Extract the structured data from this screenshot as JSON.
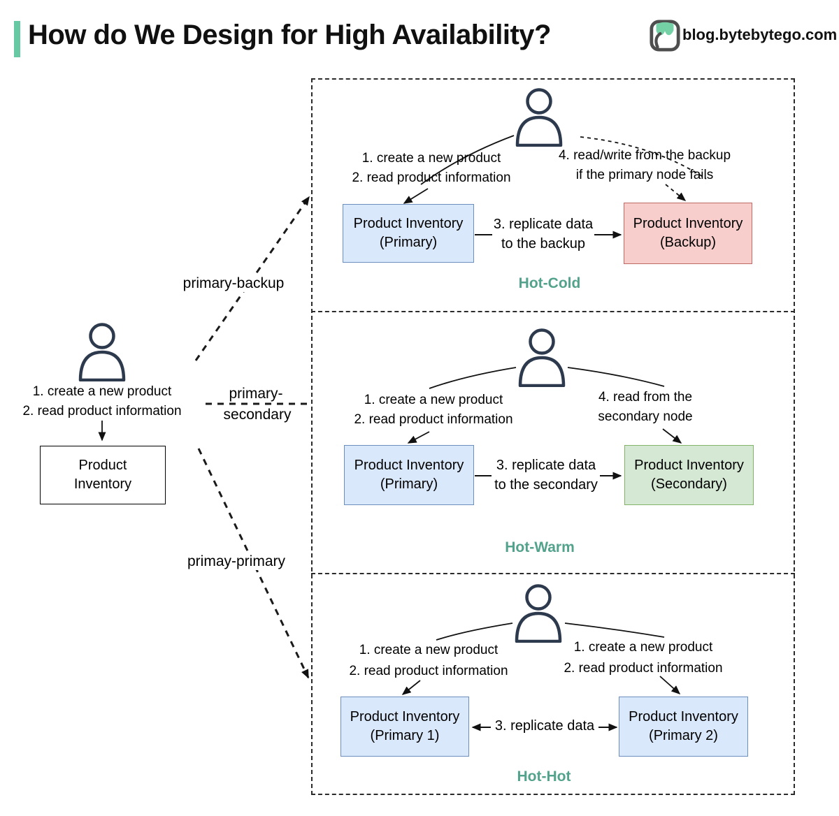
{
  "header": {
    "title": "How do We Design for High Availability?",
    "site": "blog.bytebytego.com"
  },
  "client": {
    "actions": [
      "1. create a new product",
      "2. read product information"
    ],
    "box": [
      "Product",
      "Inventory"
    ]
  },
  "branches": {
    "top": "primary-backup",
    "middle": [
      "primary-",
      "secondary"
    ],
    "bottom": "primay-primary"
  },
  "panels": [
    {
      "tag": "Hot-Cold",
      "left_actions": [
        "1. create a new product",
        "2. read product information"
      ],
      "right_actions": [
        "4. read/write from the backup",
        "if the primary node fails"
      ],
      "left_box": [
        "Product Inventory",
        "(Primary)"
      ],
      "right_box": [
        "Product Inventory",
        "(Backup)"
      ],
      "replicate": [
        "3. replicate data",
        "to the backup"
      ]
    },
    {
      "tag": "Hot-Warm",
      "left_actions": [
        "1. create a new product",
        "2. read product information"
      ],
      "right_actions": [
        "4. read from the",
        "secondary node"
      ],
      "left_box": [
        "Product Inventory",
        "(Primary)"
      ],
      "right_box": [
        "Product Inventory",
        "(Secondary)"
      ],
      "replicate": [
        "3. replicate data",
        "to the secondary"
      ]
    },
    {
      "tag": "Hot-Hot",
      "left_actions": [
        "1. create a new product",
        "2. read product information"
      ],
      "right_actions": [
        "1. create a new product",
        "2. read product information"
      ],
      "left_box": [
        "Product Inventory",
        "(Primary 1)"
      ],
      "right_box": [
        "Product Inventory",
        "(Primary 2)"
      ],
      "replicate": [
        "3. replicate data"
      ]
    }
  ],
  "icons": {
    "logo": "bytebytego-logo-icon",
    "user": "user-icon"
  },
  "colors": {
    "accent_bar_green": "#67c9a3",
    "tag_teal": "#53a28c",
    "primary_fill": "#dae8fc",
    "primary_border": "#6c8ebf",
    "backup_fill": "#f8cecc",
    "backup_border": "#bd6a64",
    "secondary_fill": "#d5e8d4",
    "secondary_border": "#82b366",
    "line_black": "#1a1a1a"
  }
}
